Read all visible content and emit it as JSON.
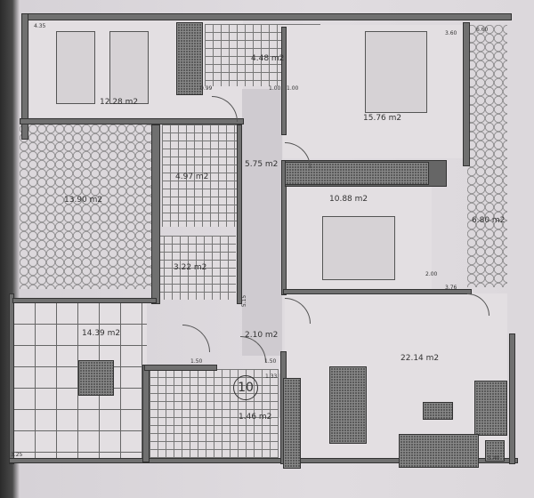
{
  "rooms": {
    "bedroom_twin": "12.28 m2",
    "bath_top": "4.48 m2",
    "bedroom_master": "15.76 m2",
    "terrace_left": "13.90 m2",
    "bath_mid": "4.97 m2",
    "hallway": "5.75 m2",
    "bedroom_mid": "10.88 m2",
    "terrace_right": "6.80 m2",
    "wc": "3.22 m2",
    "kitchen": "14.39 m2",
    "entry": "2.10 m2",
    "living": "22.14 m2",
    "landing": "1.46 m2"
  },
  "stair_number": "10",
  "dimensions": {
    "d1": "4.35",
    "d2": "0.99",
    "d3": "1.00",
    "d4": "1.00",
    "d5": "3.60",
    "d6": "6.60",
    "d7": "2.00",
    "d8": "3.76",
    "d9": "5.15",
    "d10": "1.50",
    "d11": "1.50",
    "d12": "1.33",
    "d13": "3.25",
    "d14": "5.40"
  },
  "colors": {
    "wall": "#707070",
    "paper": "#e3dfe2",
    "furniture": "#5a5a5a"
  }
}
